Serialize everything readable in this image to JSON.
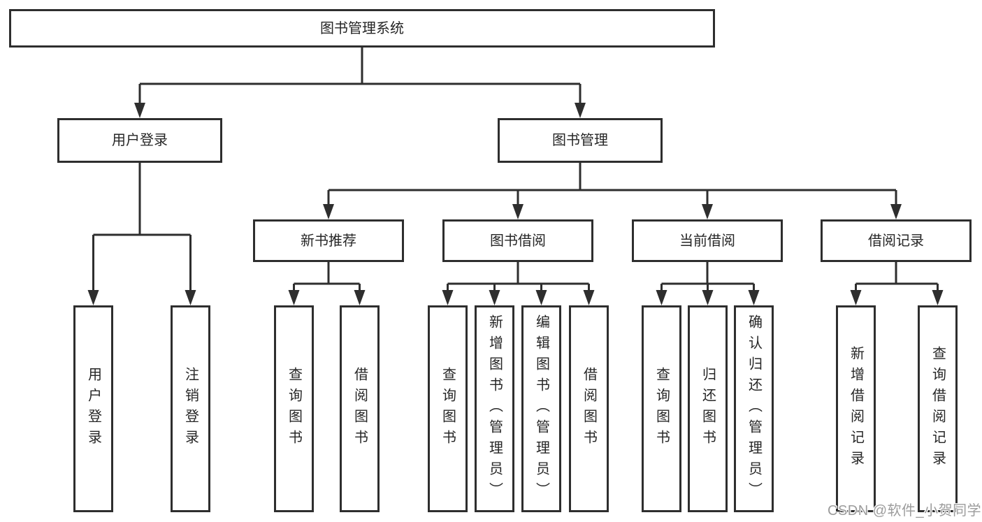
{
  "colors": {
    "line": "#2e2e2e",
    "text": "#262626",
    "box-bg": "#ffffff",
    "watermark": "#9c9c9c"
  },
  "tree": {
    "root": "图书管理系统",
    "branches": [
      {
        "label": "用户登录",
        "children": [
          "用户登录",
          "注销登录"
        ]
      },
      {
        "label": "图书管理",
        "children": [
          {
            "label": "新书推荐",
            "children": [
              "查询图书",
              "借阅图书"
            ]
          },
          {
            "label": "图书借阅",
            "children": [
              "查询图书",
              "新增图书（管理员）",
              "编辑图书（管理员）",
              "借阅图书"
            ]
          },
          {
            "label": "当前借阅",
            "children": [
              "查询图书",
              "归还图书",
              "确认归还（管理员）"
            ]
          },
          {
            "label": "借阅记录",
            "children": [
              "新增借阅记录",
              "查询借阅记录"
            ]
          }
        ]
      }
    ]
  },
  "watermark": {
    "text": "CSDN @软件_小贺同学"
  }
}
